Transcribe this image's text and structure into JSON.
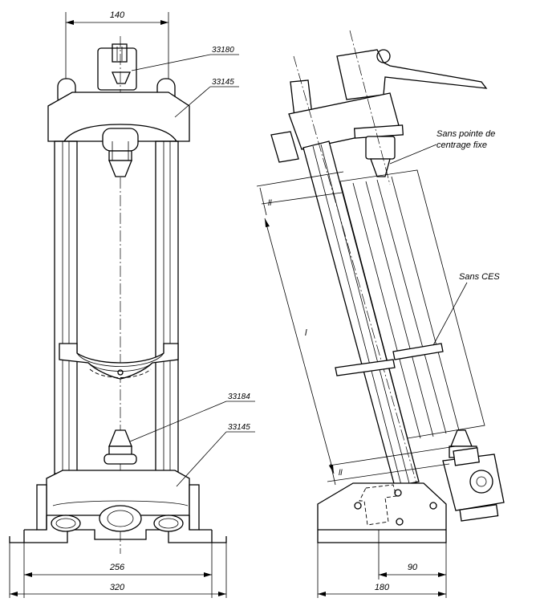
{
  "drawing": {
    "left_view": {
      "dim_top_width": "140",
      "dim_inner_width": "256",
      "dim_outer_width": "320",
      "callouts": [
        "33180",
        "33145",
        "33184",
        "33145"
      ]
    },
    "right_view": {
      "note_fixed_center": "Sans pointe de centrage fixe",
      "note_fixed_center_line1": "Sans pointe de",
      "note_fixed_center_line2": "centrage fixe",
      "note_ces": "Sans CES",
      "dim_length": "l",
      "dim_small_top": "ll",
      "dim_small_bottom": "ll",
      "dim_offset": "90",
      "dim_base_width": "180"
    }
  }
}
